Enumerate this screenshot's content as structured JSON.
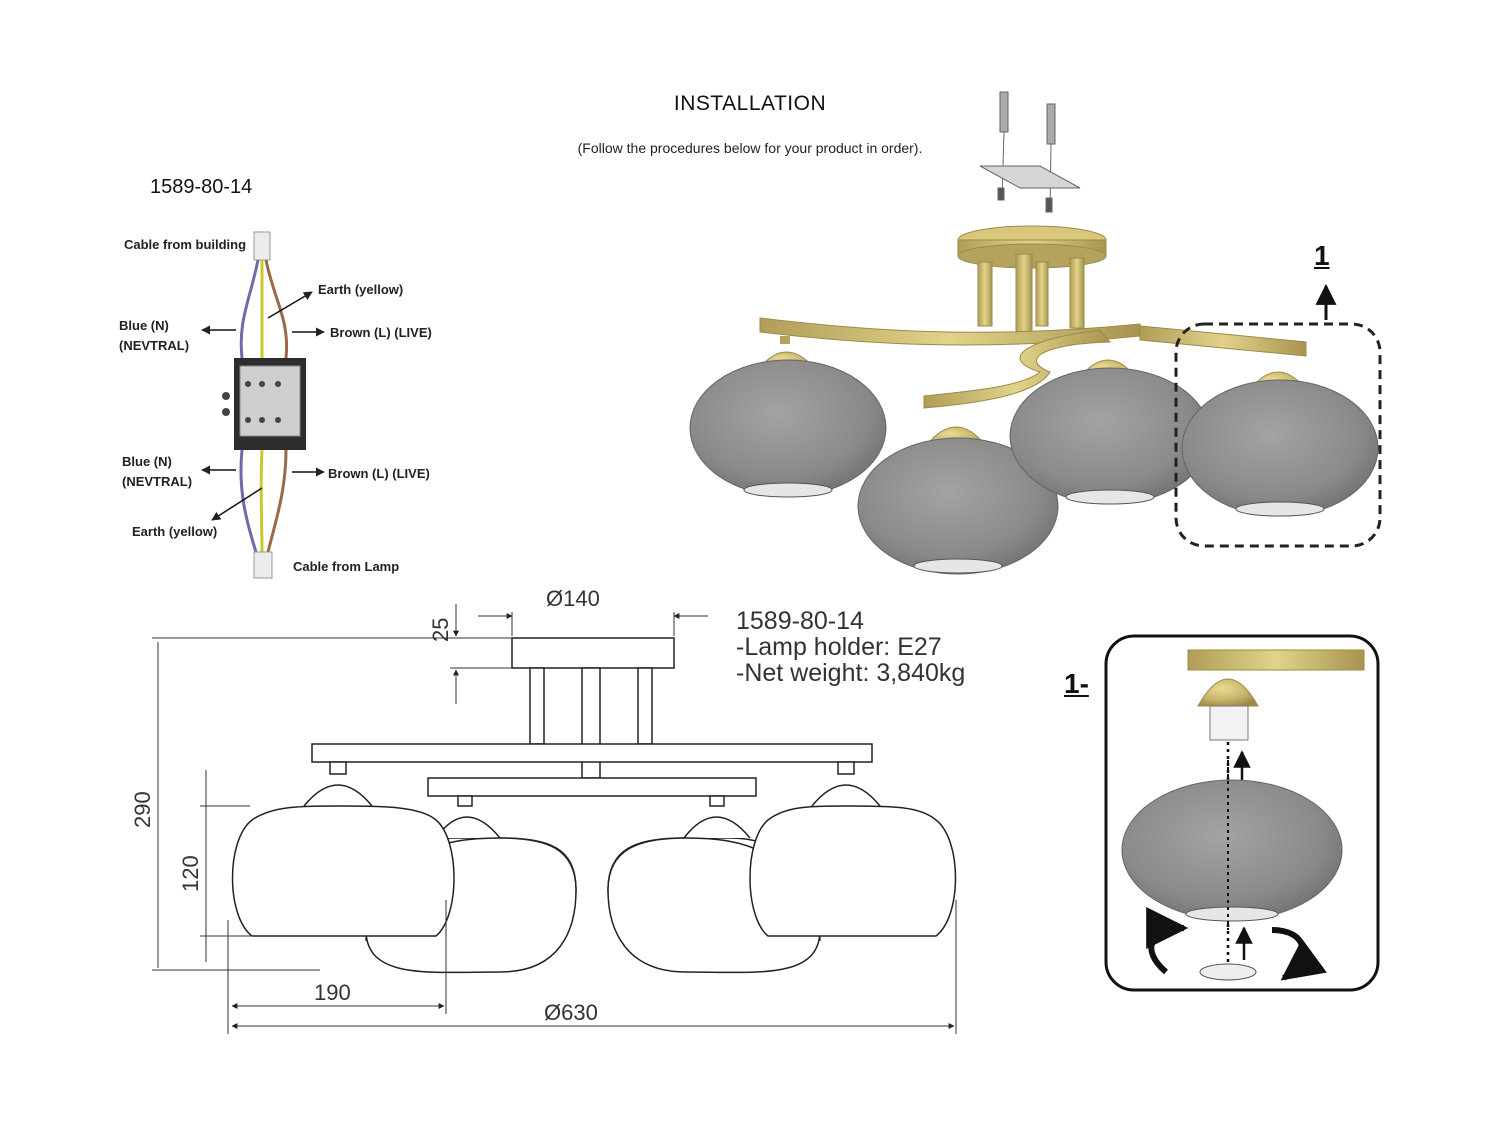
{
  "header": {
    "title": "INSTALLATION",
    "subtitle": "(Follow the procedures below for your product in order)."
  },
  "wiring": {
    "model": "1589-80-14",
    "labels": {
      "cable_building": "Cable from building",
      "earth_top": "Earth (yellow)",
      "blue_top_1": "Blue (N)",
      "blue_top_2": "(NEVTRAL)",
      "brown_top": "Brown (L) (LIVE)",
      "blue_bottom_1": "Blue (N)",
      "blue_bottom_2": "(NEVTRAL)",
      "brown_bottom": "Brown (L) (LIVE)",
      "earth_bottom": "Earth (yellow)",
      "cable_lamp": "Cable from Lamp"
    },
    "wire_colors": {
      "blue": "#6f6aa8",
      "yellow": "#c9c92a",
      "brown": "#9a6a48"
    }
  },
  "product_view": {
    "step_marker": "1",
    "colors": {
      "brass": "#c8b46a",
      "brass_dark": "#9c8a48",
      "glass": "#8a8a8a",
      "glass_light": "#bdbdbd"
    }
  },
  "specs": {
    "model": "1589-80-14",
    "lamp_holder": "-Lamp holder: E27",
    "net_weight": "-Net weight: 3,840kg"
  },
  "dimensions": {
    "base_diameter": "Ø140",
    "base_height": "25",
    "total_height": "290",
    "shade_height": "120",
    "shade_width": "190",
    "total_diameter": "Ø630"
  },
  "step1": {
    "label": "1-"
  }
}
